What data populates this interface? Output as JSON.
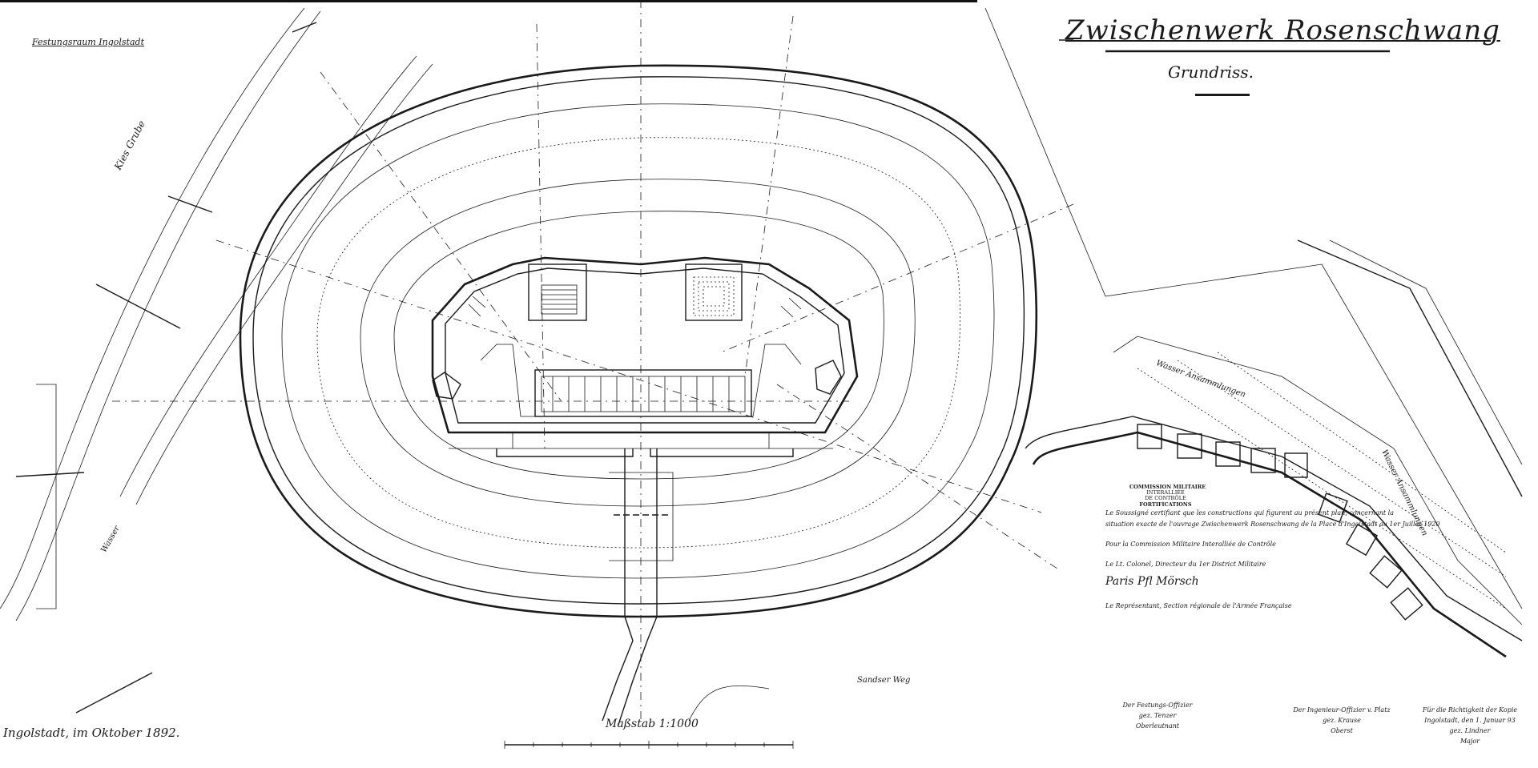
{
  "drawing": {
    "title": "Zwischenwerk Rosenschwang",
    "subtitle": "Grundriss.",
    "corner_note": "Festungsraum Ingolstadt",
    "road_label": "Kies Grube",
    "place_date": "Ingolstadt, im Oktober 1892.",
    "scale_label": "Maßstab 1:1000",
    "bottom_label": "Sandser Weg",
    "water_label_a": "Wasser Ansammlungen",
    "water_label_b": "Wasser Ansammlungen",
    "left_water_label": "Wasser",
    "approval": [
      "COMMISSION MILITAIRE",
      "INTERALLIÉE",
      "DE CONTRÔLE",
      "FORTIFICATIONS",
      "Le Soussigné certifiant que les constructions qui figurent au présent plan, concernant la",
      "situation exacte de l'ouvrage Zwischenwerk Rosenschwang de la Place d'Ingolstadt au 1er Juillet 1920",
      "Pour la Commission Militaire Interalliée de Contrôle",
      "Le Lt. Colonel, Directeur du 1er District Militaire",
      "Paris Pfl Mörsch",
      "Le Représentant, Section régionale de l'Armée Française"
    ],
    "signatures": {
      "left": [
        "Der Festungs-Offizier",
        "gez. Tenzer",
        "Oberleutnant"
      ],
      "mid": [
        "Der Ingenieur-Offizier v. Platz",
        "gez. Krause",
        "Oberst"
      ],
      "right": [
        "Für die Richtigkeit der Kopie",
        "Ingolstadt, den 1. Januar 93",
        "gez. Lindner",
        "Major"
      ]
    }
  }
}
